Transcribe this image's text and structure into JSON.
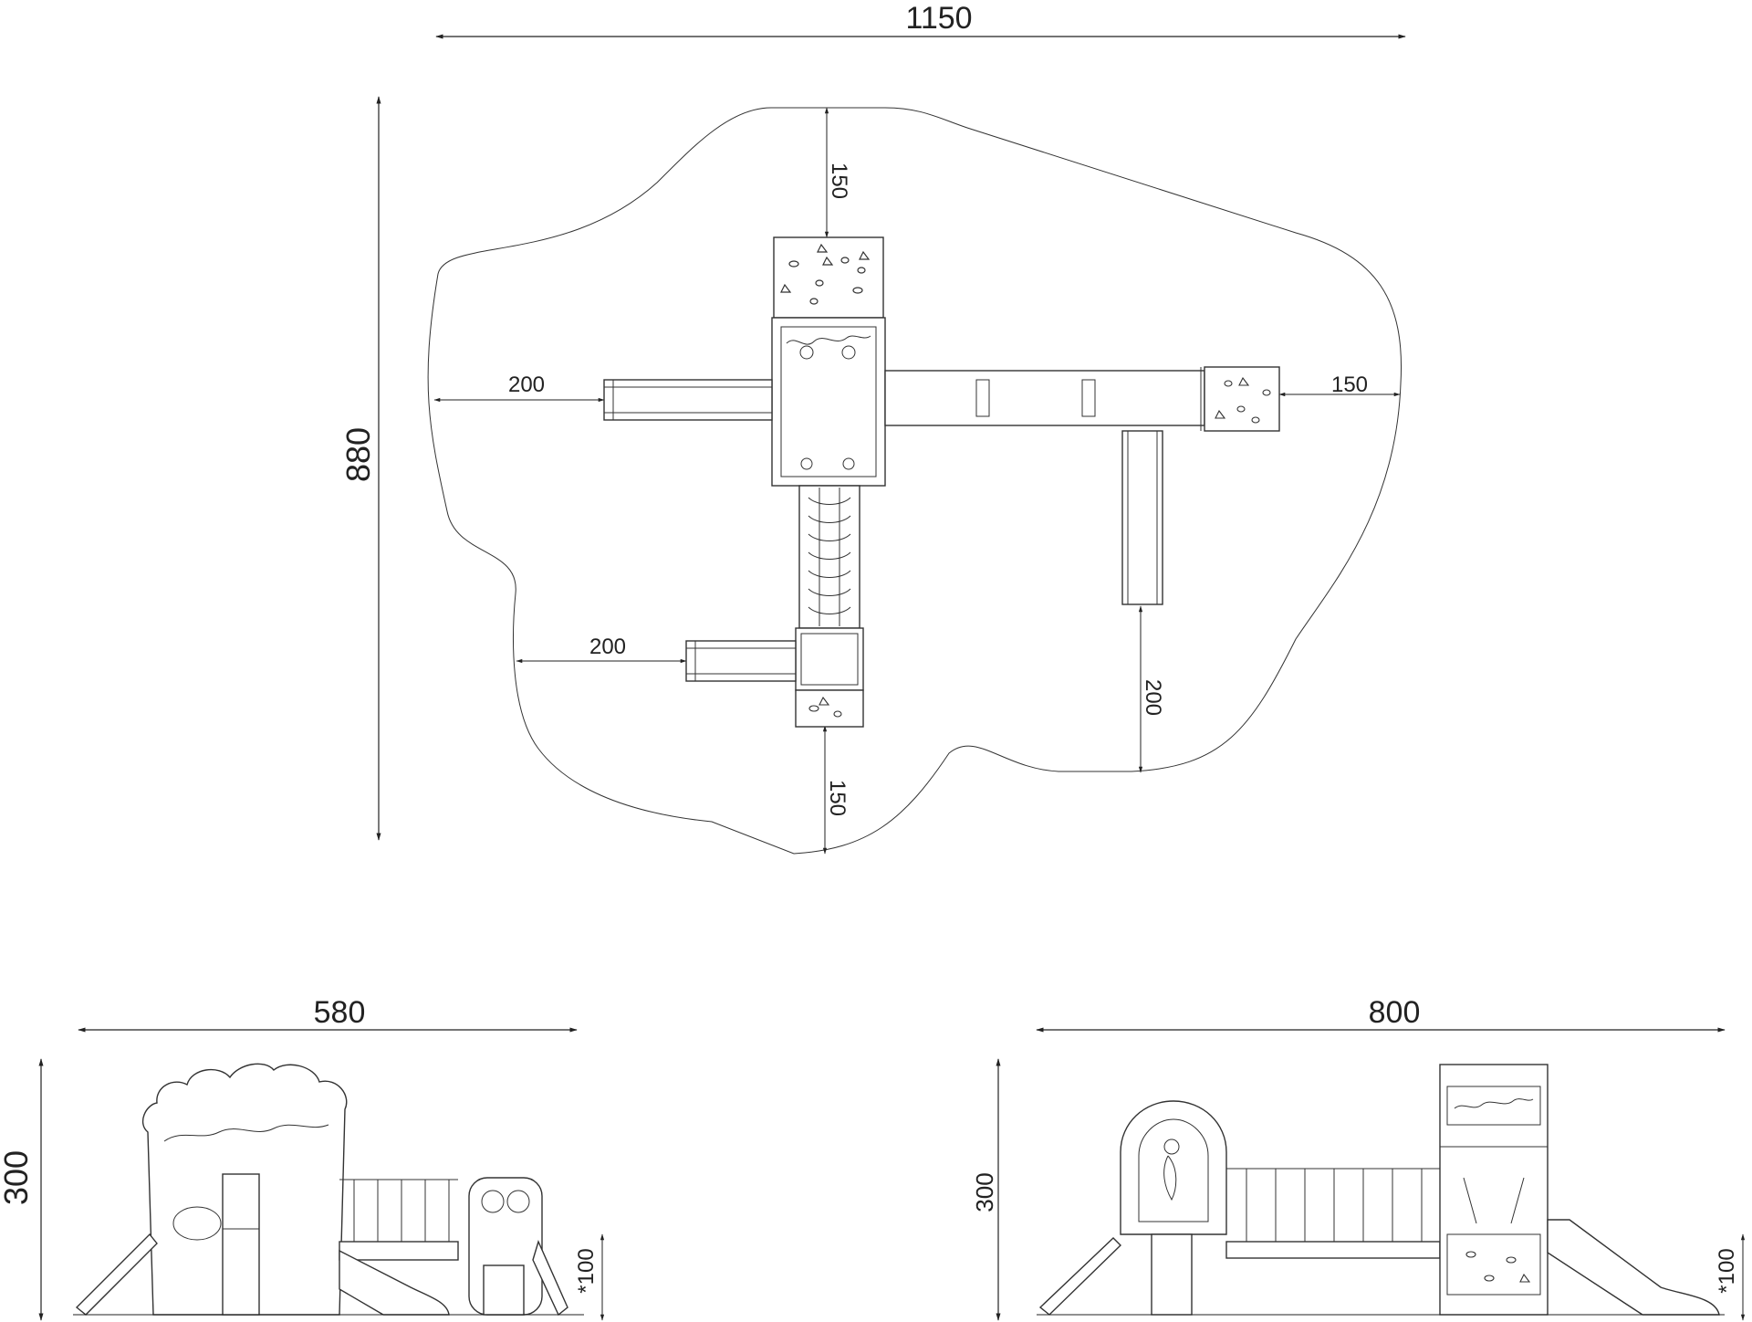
{
  "plan_view": {
    "overall_width": "1150",
    "overall_depth": "880",
    "top_clearance": "150",
    "left_clearance_upper": "200",
    "left_clearance_lower": "200",
    "right_clearance": "150",
    "slide_clearance": "200",
    "bottom_clearance": "150"
  },
  "side_view": {
    "width": "580",
    "height": "300",
    "platform_height": "*100"
  },
  "front_view": {
    "width": "800",
    "height": "300",
    "platform_height": "*100"
  }
}
